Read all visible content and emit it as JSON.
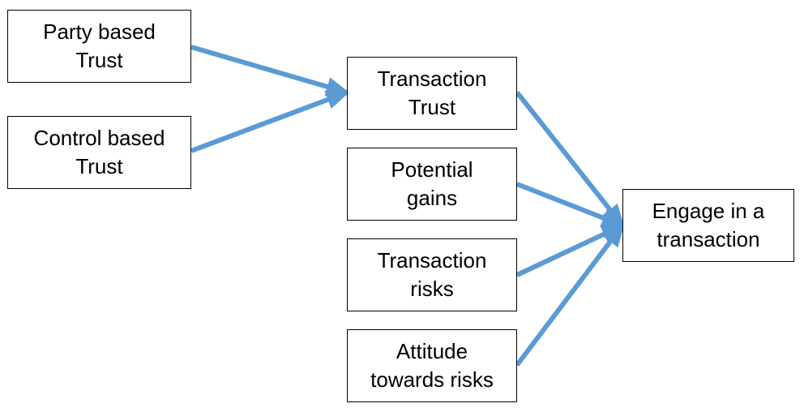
{
  "colors": {
    "arrow": "#5b9bd5",
    "box_border": "#000000",
    "text": "#000000",
    "background": "#ffffff"
  },
  "nodes": {
    "party_based_trust": {
      "line1": "Party based",
      "line2": "Trust"
    },
    "control_based_trust": {
      "line1": "Control based",
      "line2": "Trust"
    },
    "transaction_trust": {
      "line1": "Transaction",
      "line2": "Trust"
    },
    "potential_gains": {
      "line1": "Potential",
      "line2": "gains"
    },
    "transaction_risks": {
      "line1": "Transaction",
      "line2": "risks"
    },
    "attitude_towards_risks": {
      "line1": "Attitude",
      "line2": "towards risks"
    },
    "engage_in_transaction": {
      "line1": "Engage in a",
      "line2": "transaction"
    }
  },
  "edges": [
    {
      "from": "party_based_trust",
      "to": "transaction_trust"
    },
    {
      "from": "control_based_trust",
      "to": "transaction_trust"
    },
    {
      "from": "transaction_trust",
      "to": "engage_in_transaction"
    },
    {
      "from": "potential_gains",
      "to": "engage_in_transaction"
    },
    {
      "from": "transaction_risks",
      "to": "engage_in_transaction"
    },
    {
      "from": "attitude_towards_risks",
      "to": "engage_in_transaction"
    }
  ]
}
